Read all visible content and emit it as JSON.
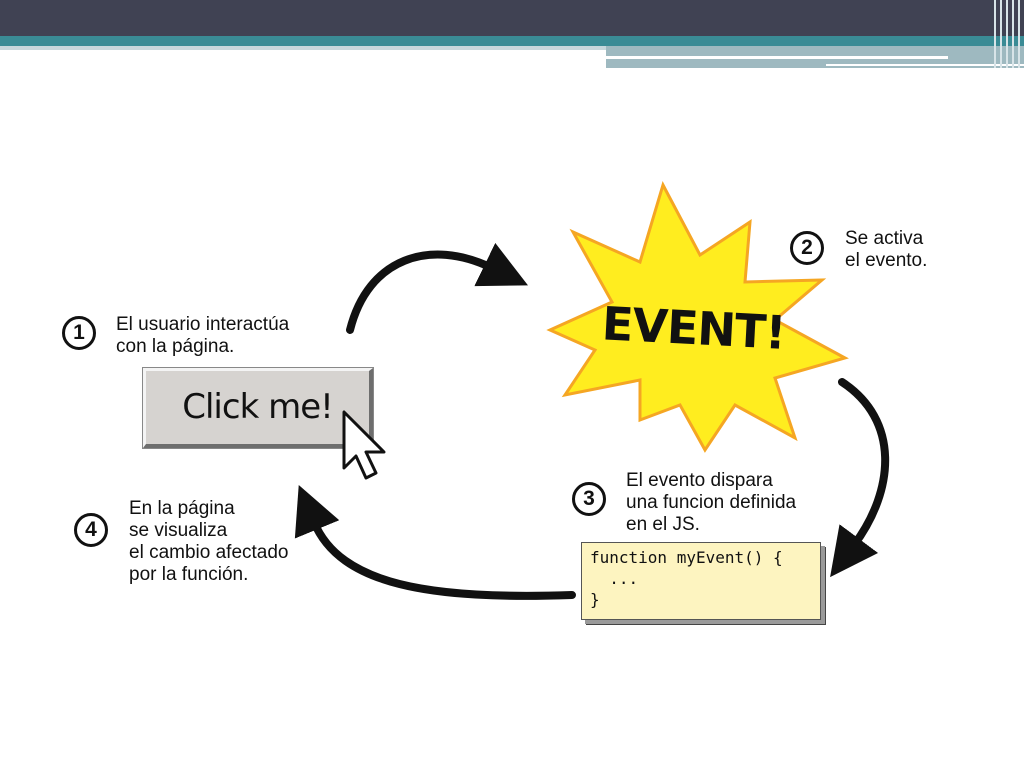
{
  "diagram": {
    "steps": [
      {
        "number": "1",
        "text": "El usuario interactúa\ncon la página."
      },
      {
        "number": "2",
        "text": "Se activa\nel evento."
      },
      {
        "number": "3",
        "text": "El evento dispara\nuna funcion definida\nen el JS."
      },
      {
        "number": "4",
        "text": "En la página\nse visualiza\nel cambio afectado\npor la función."
      }
    ],
    "button_label": "Click me!",
    "event_label": "EVENT!",
    "code_lines": [
      "function myEvent() {",
      "  ...",
      "}"
    ]
  },
  "colors": {
    "header_dark": "#404253",
    "header_teal": "#3a8b95",
    "starburst_fill": "#ffed1f",
    "starburst_stroke": "#f5a623",
    "code_bg": "#fdf4c0",
    "button_bg": "#d6d3d0"
  },
  "icons": [
    "mouse-cursor-icon",
    "arrow-icon"
  ]
}
